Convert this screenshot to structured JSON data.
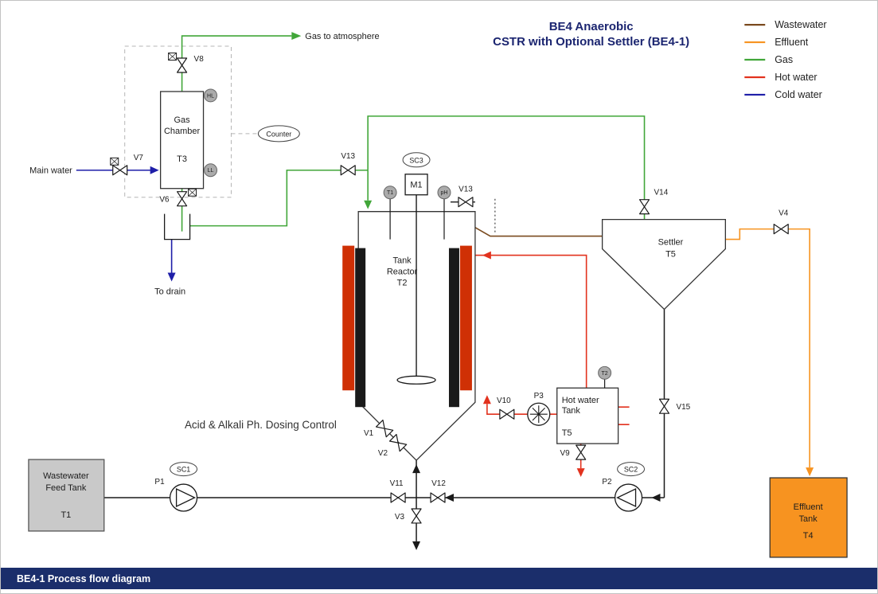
{
  "colors": {
    "gas": "#41a639",
    "effluent": "#f79320",
    "hot_water": "#e2321e",
    "cold_water": "#1e1ea8",
    "wastewater": "#7a4a1e",
    "line": "#1a1a1a",
    "heater_red": "#cf3005",
    "tank_gray": "#c9c9c9",
    "navy": "#1b2e6b"
  },
  "title": {
    "line1": "BE4 Anaerobic",
    "line2": "CSTR with Optional Settler (BE4-1)"
  },
  "footer": {
    "caption": "BE4-1 Process flow diagram"
  },
  "legend": {
    "items": [
      {
        "label": "Wastewater",
        "color": "#7a4a1e"
      },
      {
        "label": "Effluent",
        "color": "#f79320"
      },
      {
        "label": "Gas",
        "color": "#41a639"
      },
      {
        "label": "Hot water",
        "color": "#e2321e"
      },
      {
        "label": "Cold water",
        "color": "#1e1ea8"
      }
    ]
  },
  "annotations": {
    "gas_to_atmosphere": "Gas to atmosphere",
    "main_water": "Main water",
    "to_drain": "To drain",
    "dosing_control": "Acid & Alkali Ph. Dosing Control"
  },
  "equipment": {
    "gas_chamber": {
      "line1": "Gas",
      "line2": "Chamber",
      "tag": "T3"
    },
    "reactor": {
      "line1": "Tank",
      "line2": "Reactor",
      "tag": "T2"
    },
    "settler": {
      "line1": "Settler",
      "tag": "T5"
    },
    "hot_water_tank": {
      "line1": "Hot water",
      "line2": "Tank",
      "tag": "T5"
    },
    "feed_tank": {
      "line1": "Wastewater",
      "line2": "Feed Tank",
      "tag": "T1"
    },
    "effluent_tank": {
      "line1": "Effluent",
      "line2": "Tank",
      "tag": "T4"
    },
    "motor_label": "M1",
    "counter_label": "Counter"
  },
  "valves": {
    "v1": "V1",
    "v2": "V2",
    "v3": "V3",
    "v4": "V4",
    "v6": "V6",
    "v7": "V7",
    "v8": "V8",
    "v9": "V9",
    "v10": "V10",
    "v11": "V11",
    "v12": "V12",
    "v13_gas": "V13",
    "v13_overflow": "V13",
    "v14": "V14",
    "v15": "V15"
  },
  "pumps": {
    "p1": "P1",
    "p2": "P2",
    "p3": "P3"
  },
  "sensors": {
    "t1": "T1",
    "ph": "pH",
    "t2": "T2",
    "hl": "HL",
    "ll": "LL"
  },
  "controllers": {
    "sc1": "SC1",
    "sc2": "SC2",
    "sc3": "SC3"
  }
}
